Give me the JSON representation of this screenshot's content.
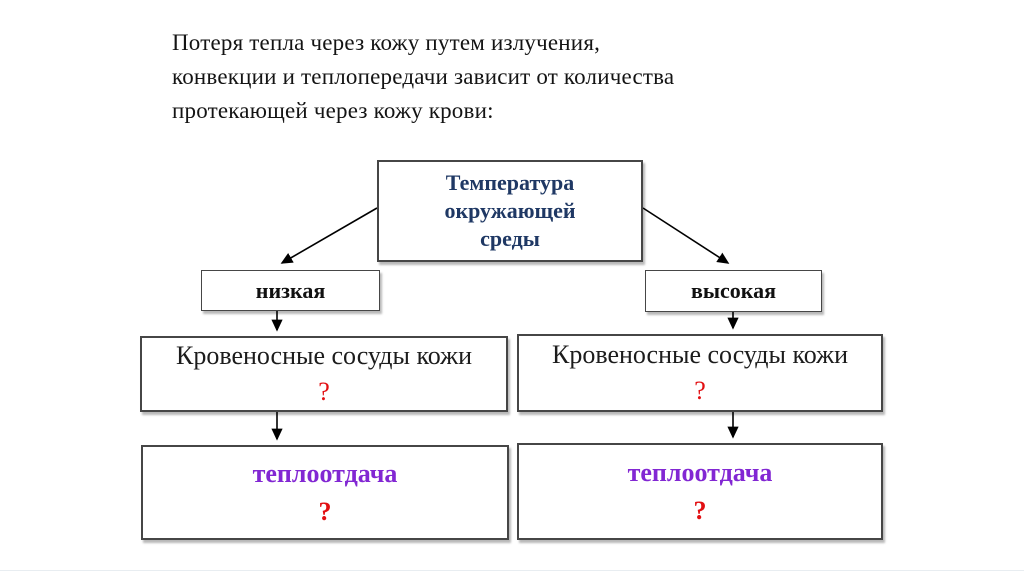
{
  "page": {
    "background": "#ffffff",
    "kind": "presentation-slide-flowchart"
  },
  "colors": {
    "title_text": "#141414",
    "root_text": "#1f3864",
    "branch_text": "#111111",
    "vessels_text": "#1c1c1c",
    "heat_text": "#8227d3",
    "question_red": "#e20f12",
    "box_border": "#464646"
  },
  "title": {
    "lines": [
      "Потеря тепла через кожу путем излучения,",
      "конвекции и теплопередачи зависит от количества",
      "протекающей через кожу крови:"
    ]
  },
  "diagram": {
    "root": {
      "lines": [
        "Температура",
        "окружающей",
        "среды"
      ]
    },
    "branch_low": {
      "label": "низкая"
    },
    "branch_high": {
      "label": "высокая"
    },
    "vessels_low": {
      "label": "Кровеносные сосуды кожи",
      "value": "?"
    },
    "vessels_high": {
      "label": "Кровеносные сосуды кожи",
      "value": "?"
    },
    "heat_low": {
      "label": "теплоотдача",
      "value": "?"
    },
    "heat_high": {
      "label": "теплоотдача",
      "value": "?"
    }
  }
}
